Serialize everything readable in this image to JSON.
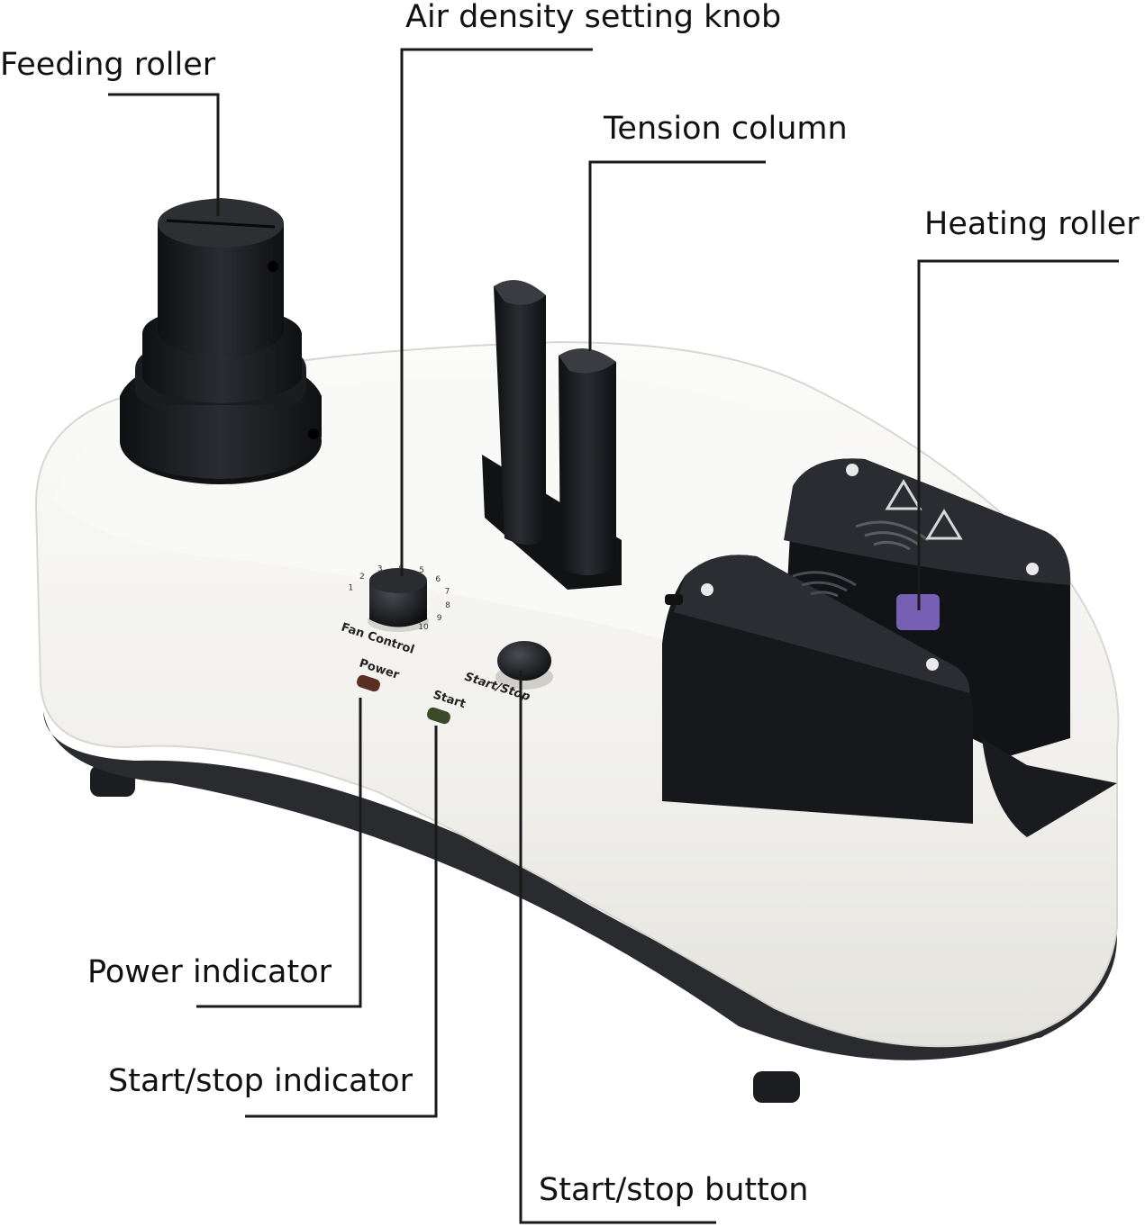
{
  "labels": {
    "feeding_roller": "Feeding roller",
    "air_density_knob": "Air density setting knob",
    "tension_column": "Tension column",
    "heating_roller": "Heating roller",
    "power_indicator": "Power indicator",
    "start_stop_indicator": "Start/stop indicator",
    "start_stop_button": "Start/stop button"
  },
  "panel": {
    "fan_control": "Fan Control",
    "power": "Power",
    "start": "Start",
    "start_stop": "Start/Stop",
    "dial_marks": [
      "1",
      "2",
      "3",
      "4",
      "5",
      "6",
      "7",
      "8",
      "9",
      "10"
    ]
  },
  "colors": {
    "body": "#f3f2ee",
    "body_shadow": "#e2e1dc",
    "plastic_black": "#16171a",
    "plastic_dark": "#222428",
    "heater_glow": "#8a6fd0",
    "power_led": "#5a2e22",
    "start_led": "#3d4a2a",
    "leader_line": "#1a1a1a"
  },
  "icons": {
    "heat_warning": "heat-warning-icon",
    "caution": "caution-icon",
    "vent": "vent-icon"
  }
}
